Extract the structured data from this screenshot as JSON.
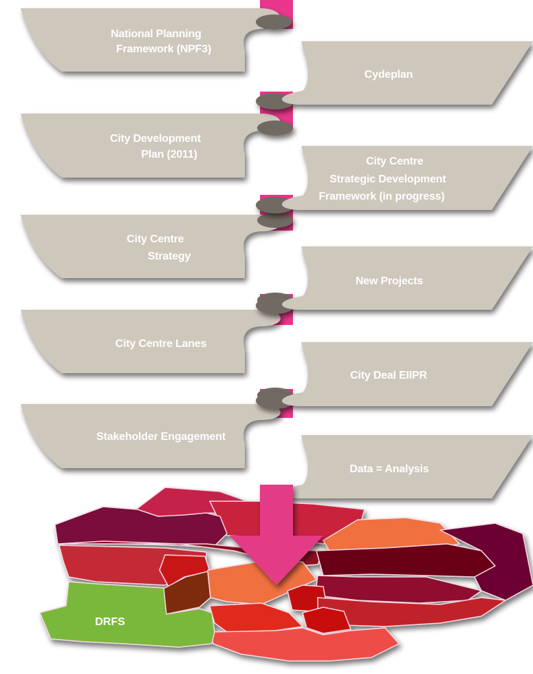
{
  "left_steps": [
    {
      "lines": [
        "National Planning",
        "Framework (NPF3)"
      ]
    },
    {
      "lines": [
        "City Development",
        "Plan (2011)"
      ]
    },
    {
      "lines": [
        "City Centre",
        "Strategy"
      ]
    },
    {
      "lines": [
        "City Centre Lanes"
      ]
    },
    {
      "lines": [
        "Stakeholder Engagement"
      ]
    }
  ],
  "right_steps": [
    {
      "lines": [
        "Cydeplan"
      ]
    },
    {
      "lines": [
        "City Centre",
        "Strategic Development",
        "Framework (in progress)"
      ]
    },
    {
      "lines": [
        "New Projects"
      ]
    },
    {
      "lines": [
        "City Deal EIIPR"
      ]
    },
    {
      "lines": [
        "Data = Analysis"
      ]
    }
  ],
  "map": {
    "highlight_label": "DRFS"
  },
  "colors": {
    "ribbon": "#cdc7bc",
    "ribbon_shadow": "#6f6a64",
    "spine": "#e8378b",
    "arrow": "#e43b86",
    "drfs_green": "#7ab83b"
  }
}
